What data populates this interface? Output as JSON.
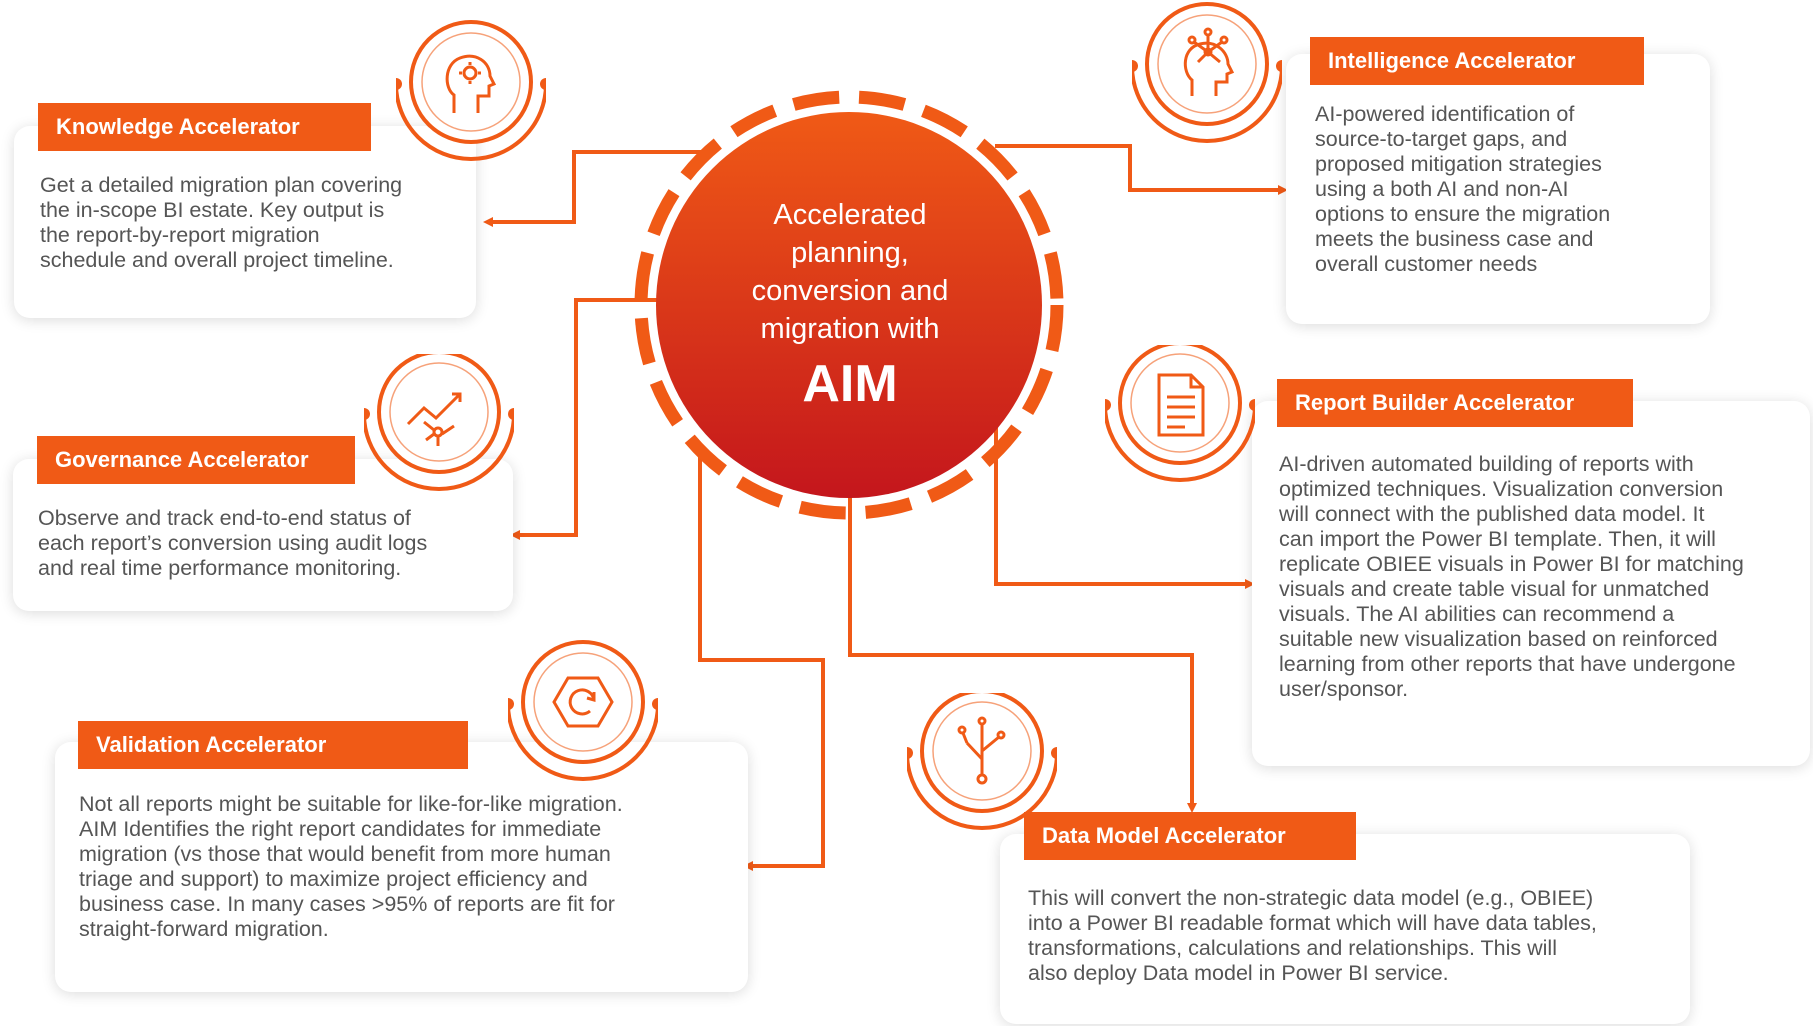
{
  "colors": {
    "accent": "#f05a16",
    "hub_top": "#f05a16",
    "hub_bottom": "#c4161c",
    "text": "#555555"
  },
  "hub": {
    "line": "Accelerated\nplanning,\nconversion and\nmigration with",
    "name": "AIM"
  },
  "accelerators": {
    "knowledge": {
      "title": "Knowledge Accelerator",
      "icon": "head-gear-icon",
      "text": "Get a detailed migration plan covering\nthe in-scope BI estate. Key output is\nthe report-by-report migration\nschedule and overall project timeline."
    },
    "governance": {
      "title": "Governance Accelerator",
      "icon": "trend-network-icon",
      "text": "Observe and track end-to-end status of\neach report’s conversion using audit logs\nand real time performance monitoring."
    },
    "validation": {
      "title": "Validation Accelerator",
      "icon": "hexagon-refresh-icon",
      "text": "Not all reports might be suitable for like-for-like migration.\nAIM Identifies the right report candidates for immediate\nmigration (vs those that would benefit from more human\ntriage and support) to maximize project efficiency and\nbusiness case. In many cases >95% of reports are fit for\nstraight-forward migration."
    },
    "intelligence": {
      "title": "Intelligence Accelerator",
      "icon": "head-network-icon",
      "text": "AI-powered identification of\nsource-to-target gaps, and\nproposed mitigation strategies\nusing a both AI and non-AI\noptions to ensure the migration\nmeets the business case and\noverall customer needs"
    },
    "report_builder": {
      "title": "Report Builder Accelerator",
      "icon": "document-icon",
      "text": "AI-driven automated building of reports with\noptimized techniques. Visualization conversion\nwill connect with the published data model. It\ncan import the Power BI template. Then, it will\nreplicate OBIEE visuals in Power BI for matching\nvisuals and create table visual for unmatched\nvisuals. The AI abilities can recommend a\nsuitable new visualization based on reinforced\nlearning from other reports that have undergone\nuser/sponsor."
    },
    "data_model": {
      "title": "Data Model Accelerator",
      "icon": "branch-icon",
      "text": "This will convert the non-strategic data model (e.g., OBIEE)\ninto a Power BI readable format which will have data tables,\ntransformations, calculations and relationships. This will\nalso deploy Data model in Power BI service."
    }
  }
}
